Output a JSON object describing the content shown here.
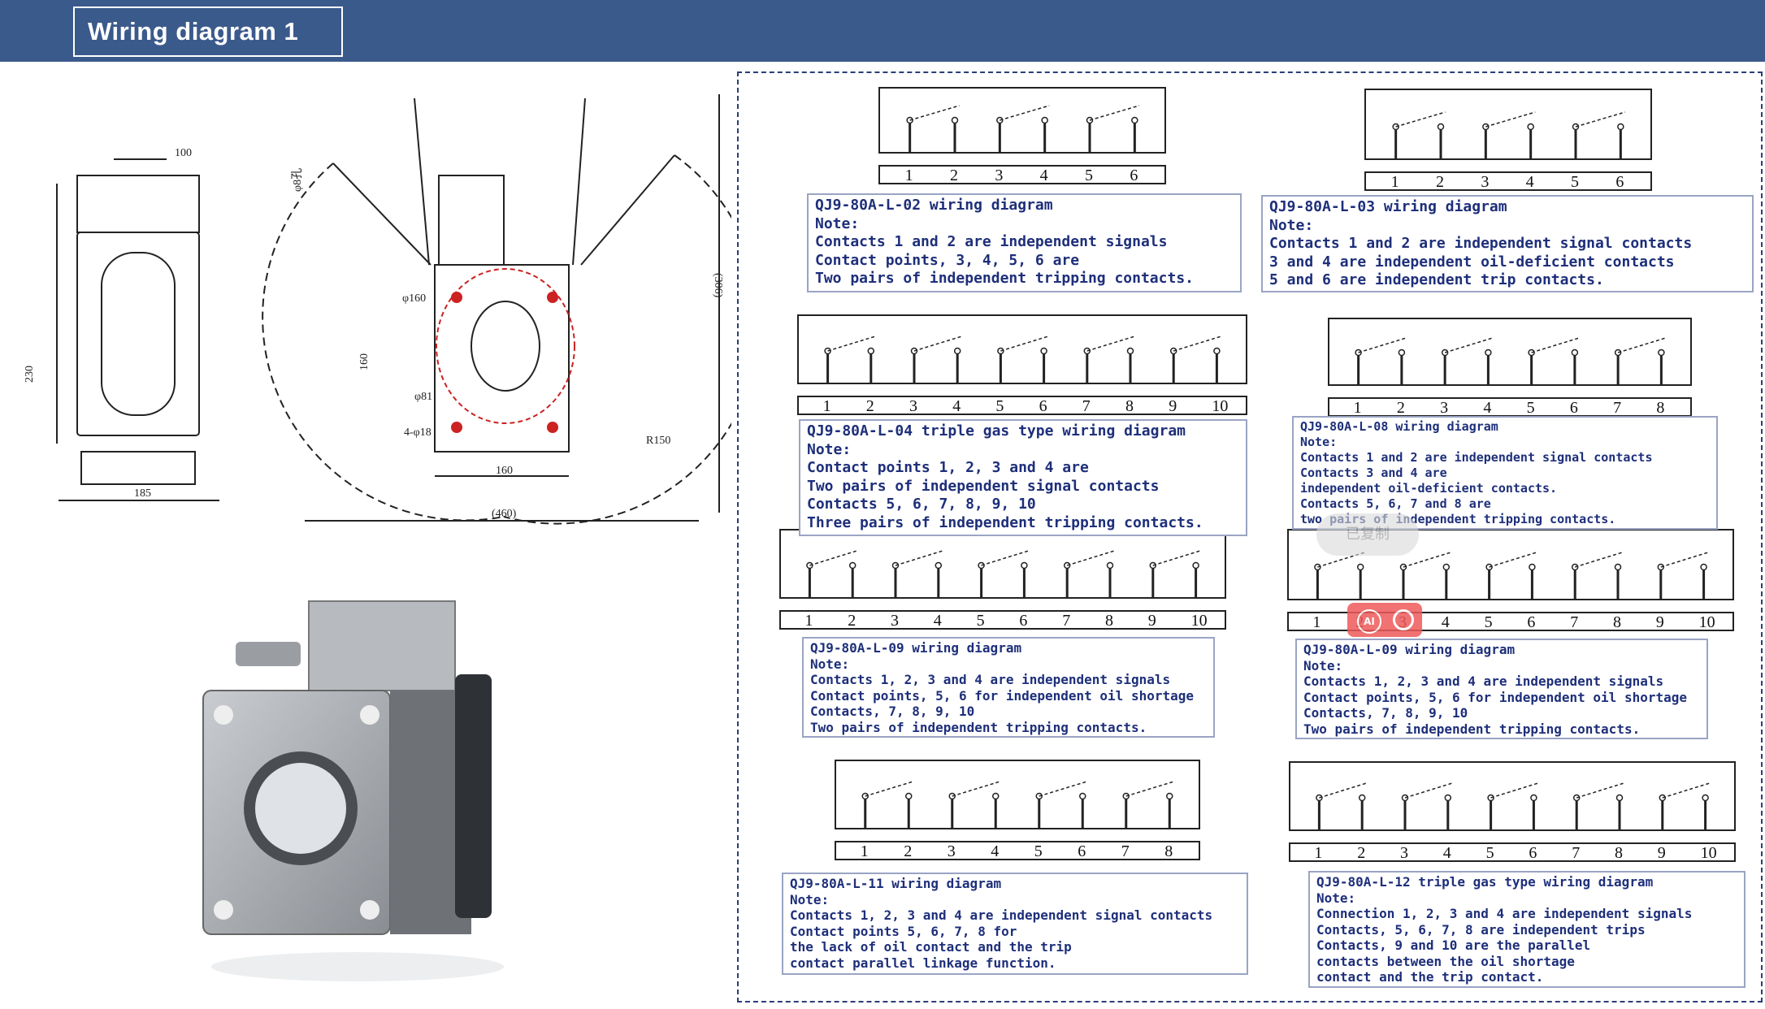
{
  "header": {
    "title": "Wiring  diagram  1"
  },
  "drawing_dims": {
    "front": [
      "100",
      "230",
      "185"
    ],
    "side": [
      "φ8孔",
      "φ160",
      "φ81",
      "4-φ18",
      "160",
      "(306)",
      "160",
      "(460)",
      "R150"
    ]
  },
  "diagrams": [
    {
      "id": "l02",
      "numbers": [
        "1",
        "2",
        "3",
        "4",
        "5",
        "6"
      ],
      "lines": [
        "QJ9-80A-L-02 wiring diagram",
        "Note:",
        "Contacts 1 and 2 are independent signals",
        "Contact points, 3, 4, 5, 6 are",
        "Two pairs of independent tripping contacts."
      ]
    },
    {
      "id": "l03",
      "numbers": [
        "1",
        "2",
        "3",
        "4",
        "5",
        "6"
      ],
      "lines": [
        "QJ9-80A-L-03 wiring diagram",
        "Note:",
        "Contacts 1 and 2 are independent signal contacts",
        "3 and 4 are independent oil-deficient contacts",
        "5 and 6 are independent trip contacts."
      ]
    },
    {
      "id": "l04",
      "numbers": [
        "1",
        "2",
        "3",
        "4",
        "5",
        "6",
        "7",
        "8",
        "9",
        "10"
      ],
      "lines": [
        "QJ9-80A-L-04 triple gas type wiring diagram",
        "Note:",
        "Contact points 1, 2, 3 and 4 are",
        "Two pairs of independent signal contacts",
        "Contacts 5, 6, 7, 8, 9, 10",
        "Three pairs of independent tripping contacts."
      ]
    },
    {
      "id": "l08",
      "numbers": [
        "1",
        "2",
        "3",
        "4",
        "5",
        "6",
        "7",
        "8"
      ],
      "lines": [
        "QJ9-80A-L-08 wiring diagram",
        "Note:",
        "Contacts 1 and 2 are independent signal contacts",
        "Contacts 3 and 4 are",
        "independent oil-deficient contacts.",
        "Contacts 5, 6, 7 and 8 are",
        "two pairs of independent tripping contacts."
      ]
    },
    {
      "id": "l09a",
      "numbers": [
        "1",
        "2",
        "3",
        "4",
        "5",
        "6",
        "7",
        "8",
        "9",
        "10"
      ],
      "lines": [
        "QJ9-80A-L-09 wiring diagram",
        "Note:",
        "Contacts 1, 2, 3 and 4 are independent signals",
        "Contact points, 5, 6 for independent oil shortage",
        "Contacts, 7, 8, 9, 10",
        "Two pairs of independent tripping contacts."
      ]
    },
    {
      "id": "l09b",
      "numbers": [
        "1",
        "2",
        "3",
        "4",
        "5",
        "6",
        "7",
        "8",
        "9",
        "10"
      ],
      "lines": [
        "QJ9-80A-L-09 wiring diagram",
        "Note:",
        "Contacts 1, 2, 3 and 4 are independent signals",
        "Contact points, 5, 6 for independent oil shortage",
        "Contacts, 7, 8, 9, 10",
        "Two pairs of independent tripping contacts."
      ]
    },
    {
      "id": "l11",
      "numbers": [
        "1",
        "2",
        "3",
        "4",
        "5",
        "6",
        "7",
        "8"
      ],
      "lines": [
        "QJ9-80A-L-11 wiring diagram",
        "Note:",
        "Contacts 1, 2, 3 and 4 are independent signal contacts",
        "Contact points 5, 6, 7, 8 for",
        "the lack of oil contact and the trip",
        "contact parallel linkage function."
      ]
    },
    {
      "id": "l12",
      "numbers": [
        "1",
        "2",
        "3",
        "4",
        "5",
        "6",
        "7",
        "8",
        "9",
        "10"
      ],
      "lines": [
        "QJ9-80A-L-12 triple gas type wiring diagram",
        "Note:",
        "Connection 1, 2, 3 and 4 are independent signals",
        "Contacts, 5, 6, 7, 8 are independent trips",
        "Contacts, 9 and 10 are the parallel",
        "contacts between the oil shortage",
        "contact and the trip contact."
      ]
    }
  ],
  "overlay": {
    "tooltip": "已复制",
    "ai_label": "AI"
  }
}
